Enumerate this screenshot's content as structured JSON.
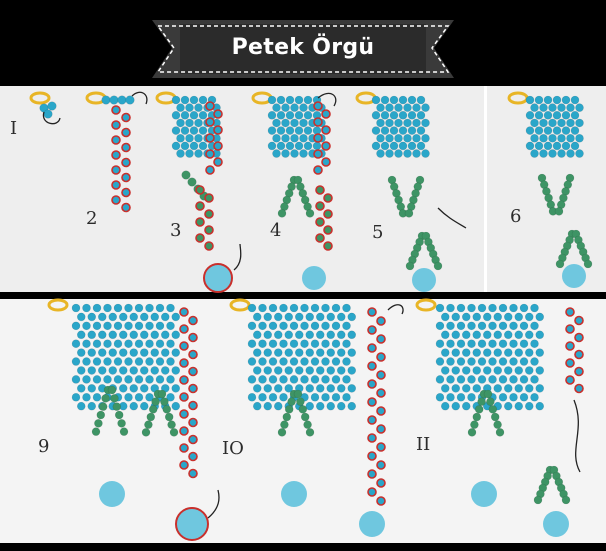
{
  "banner": {
    "title": "Petek Örgü"
  },
  "steps_top": [
    {
      "label": "I"
    },
    {
      "label": "2"
    },
    {
      "label": "3"
    },
    {
      "label": "4"
    },
    {
      "label": "5"
    },
    {
      "label": "6"
    }
  ],
  "steps_bottom": [
    {
      "label": "9"
    },
    {
      "label": "IO"
    },
    {
      "label": "II"
    }
  ],
  "colors": {
    "blue_bead": "#2aa6c9",
    "green_bead": "#3e9465",
    "red_outline": "#c9302c",
    "gold_ring": "#e8b526",
    "big_bead": "#6fc7df"
  },
  "icons": [
    "banner-ribbon",
    "curved-arrow-icon",
    "gold-ring-icon"
  ]
}
